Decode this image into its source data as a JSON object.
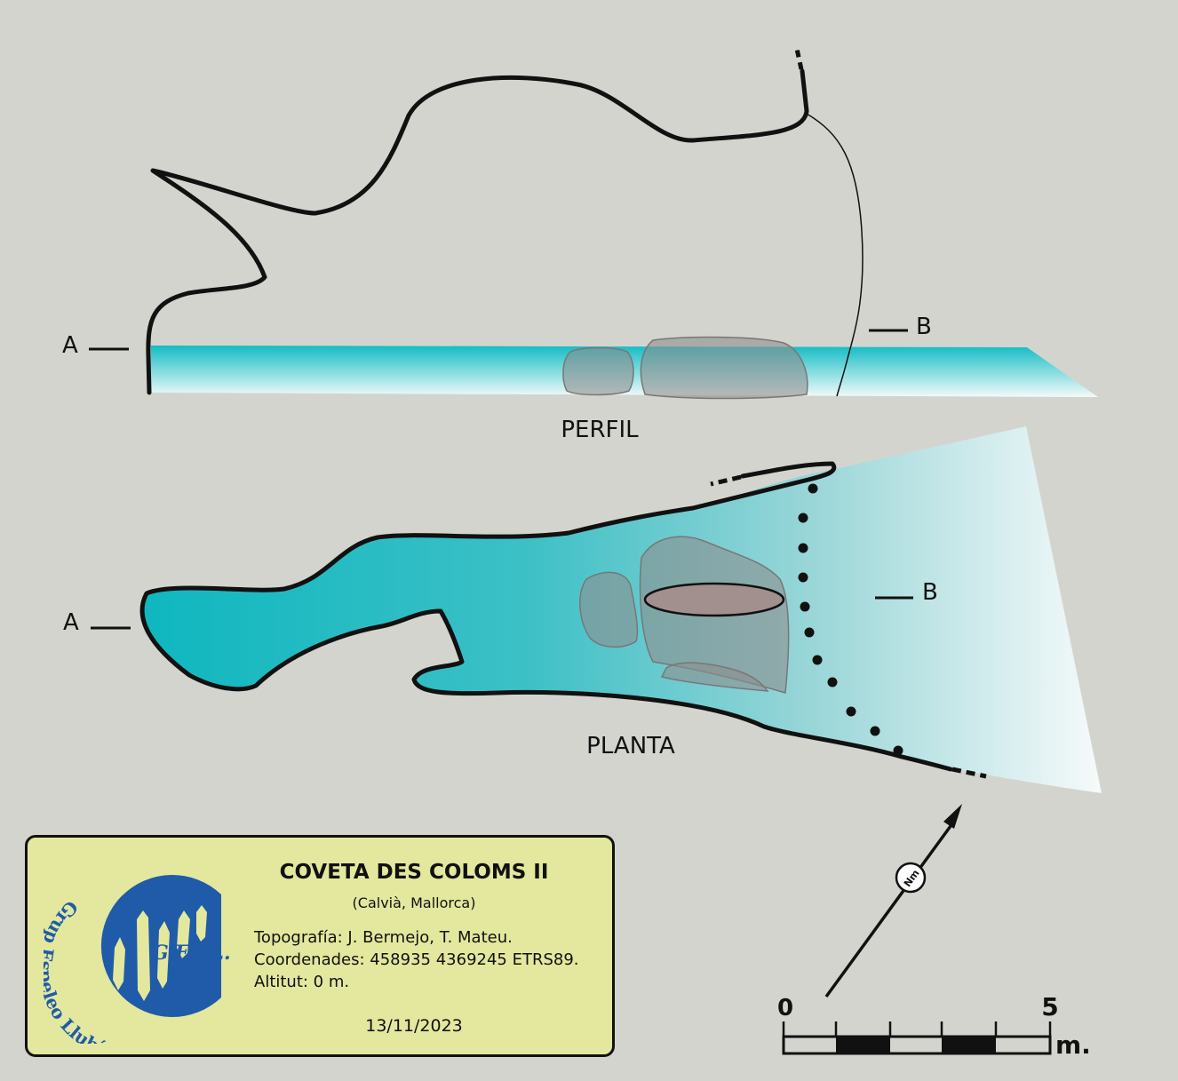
{
  "profile": {
    "label": "PERFIL",
    "section_a": "A",
    "section_b": "B"
  },
  "plan": {
    "label": "PLANTA",
    "section_a": "A",
    "section_b": "B"
  },
  "north_arrow": {
    "label": "Nm"
  },
  "scale_bar": {
    "start": "0",
    "end": "5",
    "unit": "m."
  },
  "info": {
    "title": "COVETA DES COLOMS II",
    "location": "(Calvià, Mallorca)",
    "topography": "Topografía: J. Bermejo, T. Mateu.",
    "coordinates": "Coordenades: 458935 4369245 ETRS89.",
    "altitude": "Altitut: 0 m.",
    "date": "13/11/2023"
  },
  "logo": {
    "initials": "G.E.LL.",
    "org_name": "Grup Espeleo Llubí",
    "color": "#1f5ba8"
  },
  "colors": {
    "background": "#d4d4ce",
    "water": "#13bcc4",
    "rock_blocks": "#8e8e8e",
    "info_box": "#e3e89e"
  }
}
